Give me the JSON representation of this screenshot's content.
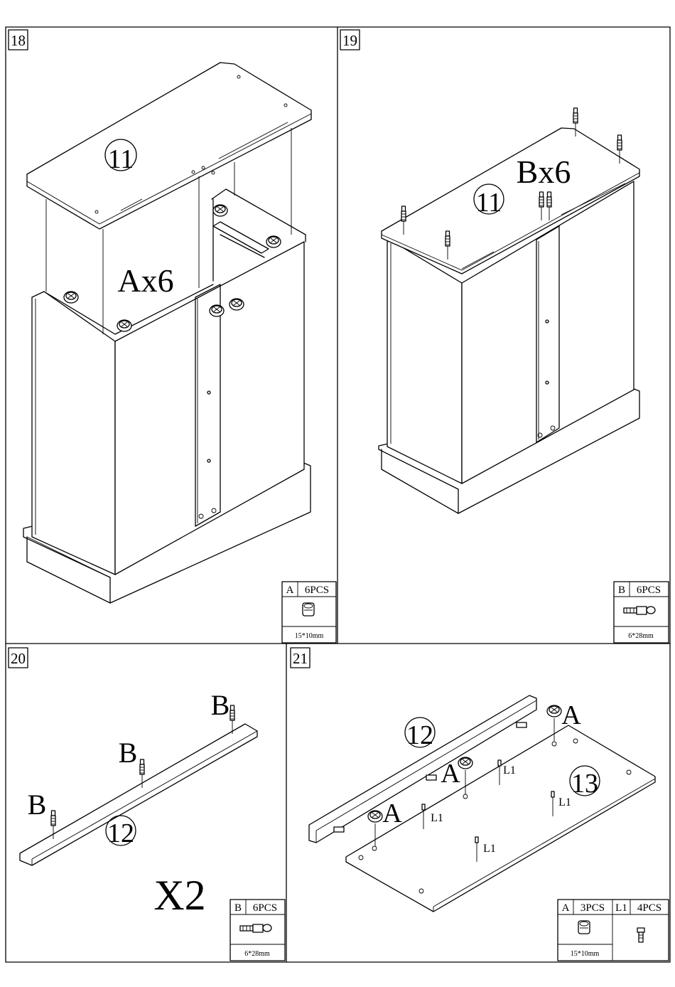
{
  "steps": [
    {
      "number": "18",
      "panel_label": "11",
      "quantity_label": "Ax6",
      "parts_box": [
        {
          "code": "A",
          "qty": "6PCS",
          "size": "15*10mm",
          "icon": "cam-lock-fitting-icon"
        }
      ]
    },
    {
      "number": "19",
      "panel_label": "11",
      "quantity_label": "Bx6",
      "parts_box": [
        {
          "code": "B",
          "qty": "6PCS",
          "size": "6*28mm",
          "icon": "cam-bolt-icon"
        }
      ]
    },
    {
      "number": "20",
      "panel_label": "12",
      "bolt_labels": [
        "B",
        "B",
        "B"
      ],
      "multiplier": "X2",
      "parts_box": [
        {
          "code": "B",
          "qty": "6PCS",
          "size": "6*28mm",
          "icon": "cam-bolt-icon"
        }
      ]
    },
    {
      "number": "21",
      "panel_labels": [
        "12",
        "13"
      ],
      "cam_labels": [
        "A",
        "A",
        "A"
      ],
      "pin_labels": [
        "L1",
        "L1",
        "L1",
        "L1"
      ],
      "parts_box": [
        {
          "code": "A",
          "qty": "3PCS",
          "size": "15*10mm",
          "icon": "cam-lock-fitting-icon"
        },
        {
          "code": "L1",
          "qty": "4PCS",
          "size": "",
          "icon": "shelf-pin-icon"
        }
      ]
    }
  ]
}
